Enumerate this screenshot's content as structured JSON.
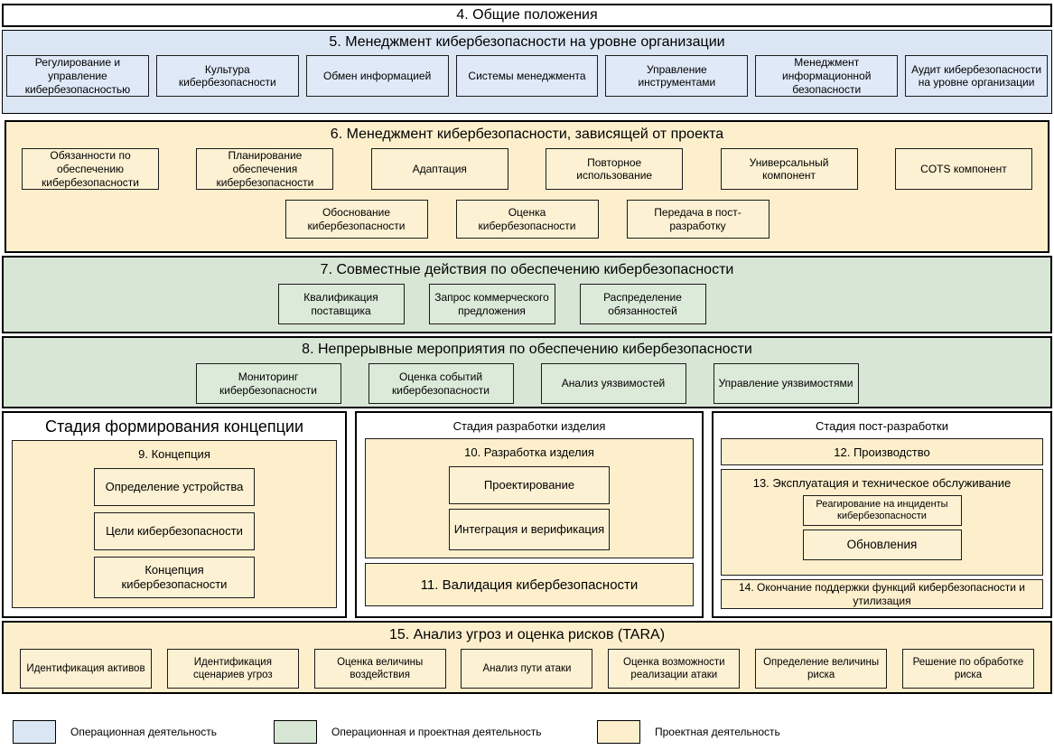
{
  "colors": {
    "operational": "#dbe6f4",
    "operational_and_project": "#d8e6d5",
    "project": "#fdefcc",
    "border": "#000000"
  },
  "s4": {
    "title": "4. Общие положения"
  },
  "s5": {
    "title": "5. Менеджмент кибербезопасности на уровне организации",
    "items": [
      "Регулирование и управление кибербезопасностью",
      "Культура кибербезопасности",
      "Обмен информацией",
      "Системы менеджмента",
      "Управление инструментами",
      "Менеджмент информационной безопасности",
      "Аудит кибербезопасности на уровне организации"
    ]
  },
  "s6": {
    "title": "6. Менеджмент кибербезопасности, зависящей от проекта",
    "row1": [
      "Обязанности по обеспечению кибербезопасности",
      "Планирование обеспечения кибербезопасности",
      "Адаптация",
      "Повторное использование",
      "Универсальный компонент",
      "COTS компонент"
    ],
    "row2": [
      "Обоснование кибербезопасности",
      "Оценка кибербезопасности",
      "Передача в пост-разработку"
    ]
  },
  "s7": {
    "title": "7. Совместные действия по обеспечению кибербезопасности",
    "items": [
      "Квалификация поставщика",
      "Запрос коммерческого предложения",
      "Распределение обязанностей"
    ]
  },
  "s8": {
    "title": "8. Непрерывные мероприятия по обеспечению кибербезопасности",
    "items": [
      "Мониторинг кибербезопасности",
      "Оценка событий кибербезопасности",
      "Анализ уязвимостей",
      "Управление уязвимостями"
    ]
  },
  "stage_concept": {
    "title": "Стадия формирования концепции",
    "block9": {
      "title": "9. Концепция",
      "items": [
        "Определение устройства",
        "Цели кибербезопасности",
        "Концепция кибербезопасности"
      ]
    }
  },
  "stage_dev": {
    "title": "Стадия разработки изделия",
    "block10": {
      "title": "10. Разработка изделия",
      "items": [
        "Проектирование",
        "Интеграция и верификация"
      ]
    },
    "block11": {
      "title": "11. Валидация кибербезопасности"
    }
  },
  "stage_post": {
    "title": "Стадия пост-разработки",
    "block12": {
      "title": "12. Производство"
    },
    "block13": {
      "title": "13. Эксплуатация и техническое обслуживание",
      "items": [
        "Реагирование на инциденты кибербезопасности",
        "Обновления"
      ]
    },
    "block14": {
      "title": "14. Окончание поддержки функций кибербезопасности и утилизация"
    }
  },
  "s15": {
    "title": "15. Анализ угроз и оценка рисков (TARA)",
    "items": [
      "Идентификация активов",
      "Идентификация сценариев угроз",
      "Оценка величины воздействия",
      "Анализ пути атаки",
      "Оценка возможности реализации атаки",
      "Определение величины риска",
      "Решение по обработке риска"
    ]
  },
  "legend": {
    "items": [
      {
        "label": "Операционная деятельность",
        "color": "#dbe6f4"
      },
      {
        "label": "Операционная и проектная деятельность",
        "color": "#d8e6d5"
      },
      {
        "label": "Проектная деятельность",
        "color": "#fdefcc"
      }
    ]
  }
}
